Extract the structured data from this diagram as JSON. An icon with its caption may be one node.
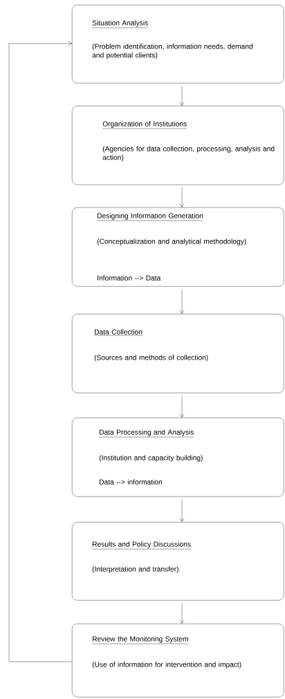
{
  "diagram": {
    "nodes": [
      {
        "text": [
          "Situation Analysis",
          "(Problem identification, information needs, demand and potential clients)"
        ]
      },
      {
        "text": [
          "Organization of Institutions",
          "(Agencies for data collection, processing, analysis and action)"
        ]
      },
      {
        "text": [
          "Designing Information Generation",
          "(Conceptualization and analytical methodology)",
          "Information -->  Data"
        ]
      },
      {
        "text": [
          "Data Collection",
          "(Sources and methods of collection)"
        ]
      },
      {
        "text": [
          "Data Processing and Analysis",
          "(Institution and capacity building)",
          "Data --> information"
        ]
      },
      {
        "text": [
          "Results and Policy Discussions",
          "(Interpretation and transfer)"
        ]
      },
      {
        "text": [
          "Review the Monitoring System",
          "(Use of information for intervention and impact)"
        ]
      }
    ],
    "edges": [
      {
        "from": 0,
        "to": 1,
        "arrow": "to"
      },
      {
        "from": 1,
        "to": 2,
        "arrow": "to"
      },
      {
        "from": 2,
        "to": 3,
        "arrow": "to"
      },
      {
        "from": 3,
        "to": 4,
        "arrow": "to"
      },
      {
        "from": 4,
        "to": 5,
        "arrow": "to"
      },
      {
        "from": 5,
        "to": 6,
        "arrow": "to"
      },
      {
        "from": 6,
        "to": 0,
        "arrow": "to"
      }
    ]
  }
}
